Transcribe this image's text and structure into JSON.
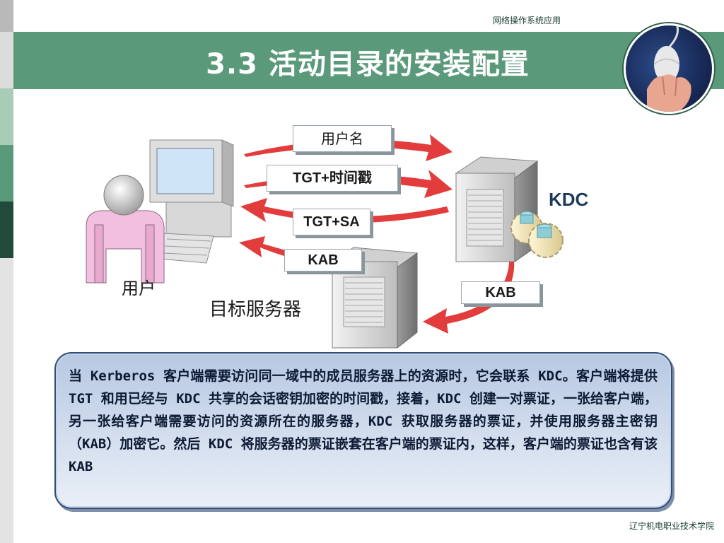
{
  "header": {
    "course": "网络操作系统应用"
  },
  "title": "3.3 活动目录的安装配置",
  "footer": {
    "school": "辽宁机电职业技术学院"
  },
  "diagram": {
    "messages": {
      "username": "用户名",
      "tgt_timestamp": "TGT+时间戳",
      "tgt_sa": "TGT+SA",
      "kab_to_user": "KAB",
      "kab_to_server": "KAB"
    },
    "labels": {
      "kdc": "KDC",
      "user": "用户",
      "target_server": "目标服务器"
    }
  },
  "description": "当 Kerberos 客户端需要访问同一域中的成员服务器上的资源时，它会联系 KDC。客户端将提供 TGT 和用已经与 KDC 共享的会话密钥加密的时间戳，接着，KDC 创建一对票证，一张给客户端，另一张给客户端需要访问的资源所在的服务器，KDC 获取服务器的票证，并使用服务器主密钥（KAB）加密它。然后 KDC 将服务器的票证嵌套在客户端的票证内，这样，客户端的票证也含有该 KAB",
  "colors": {
    "title_band": "#5a9a7a",
    "arrow_red": "#e23c3c",
    "box_blue": "#b7c8e2",
    "user_pink": "#f2bfe0"
  }
}
